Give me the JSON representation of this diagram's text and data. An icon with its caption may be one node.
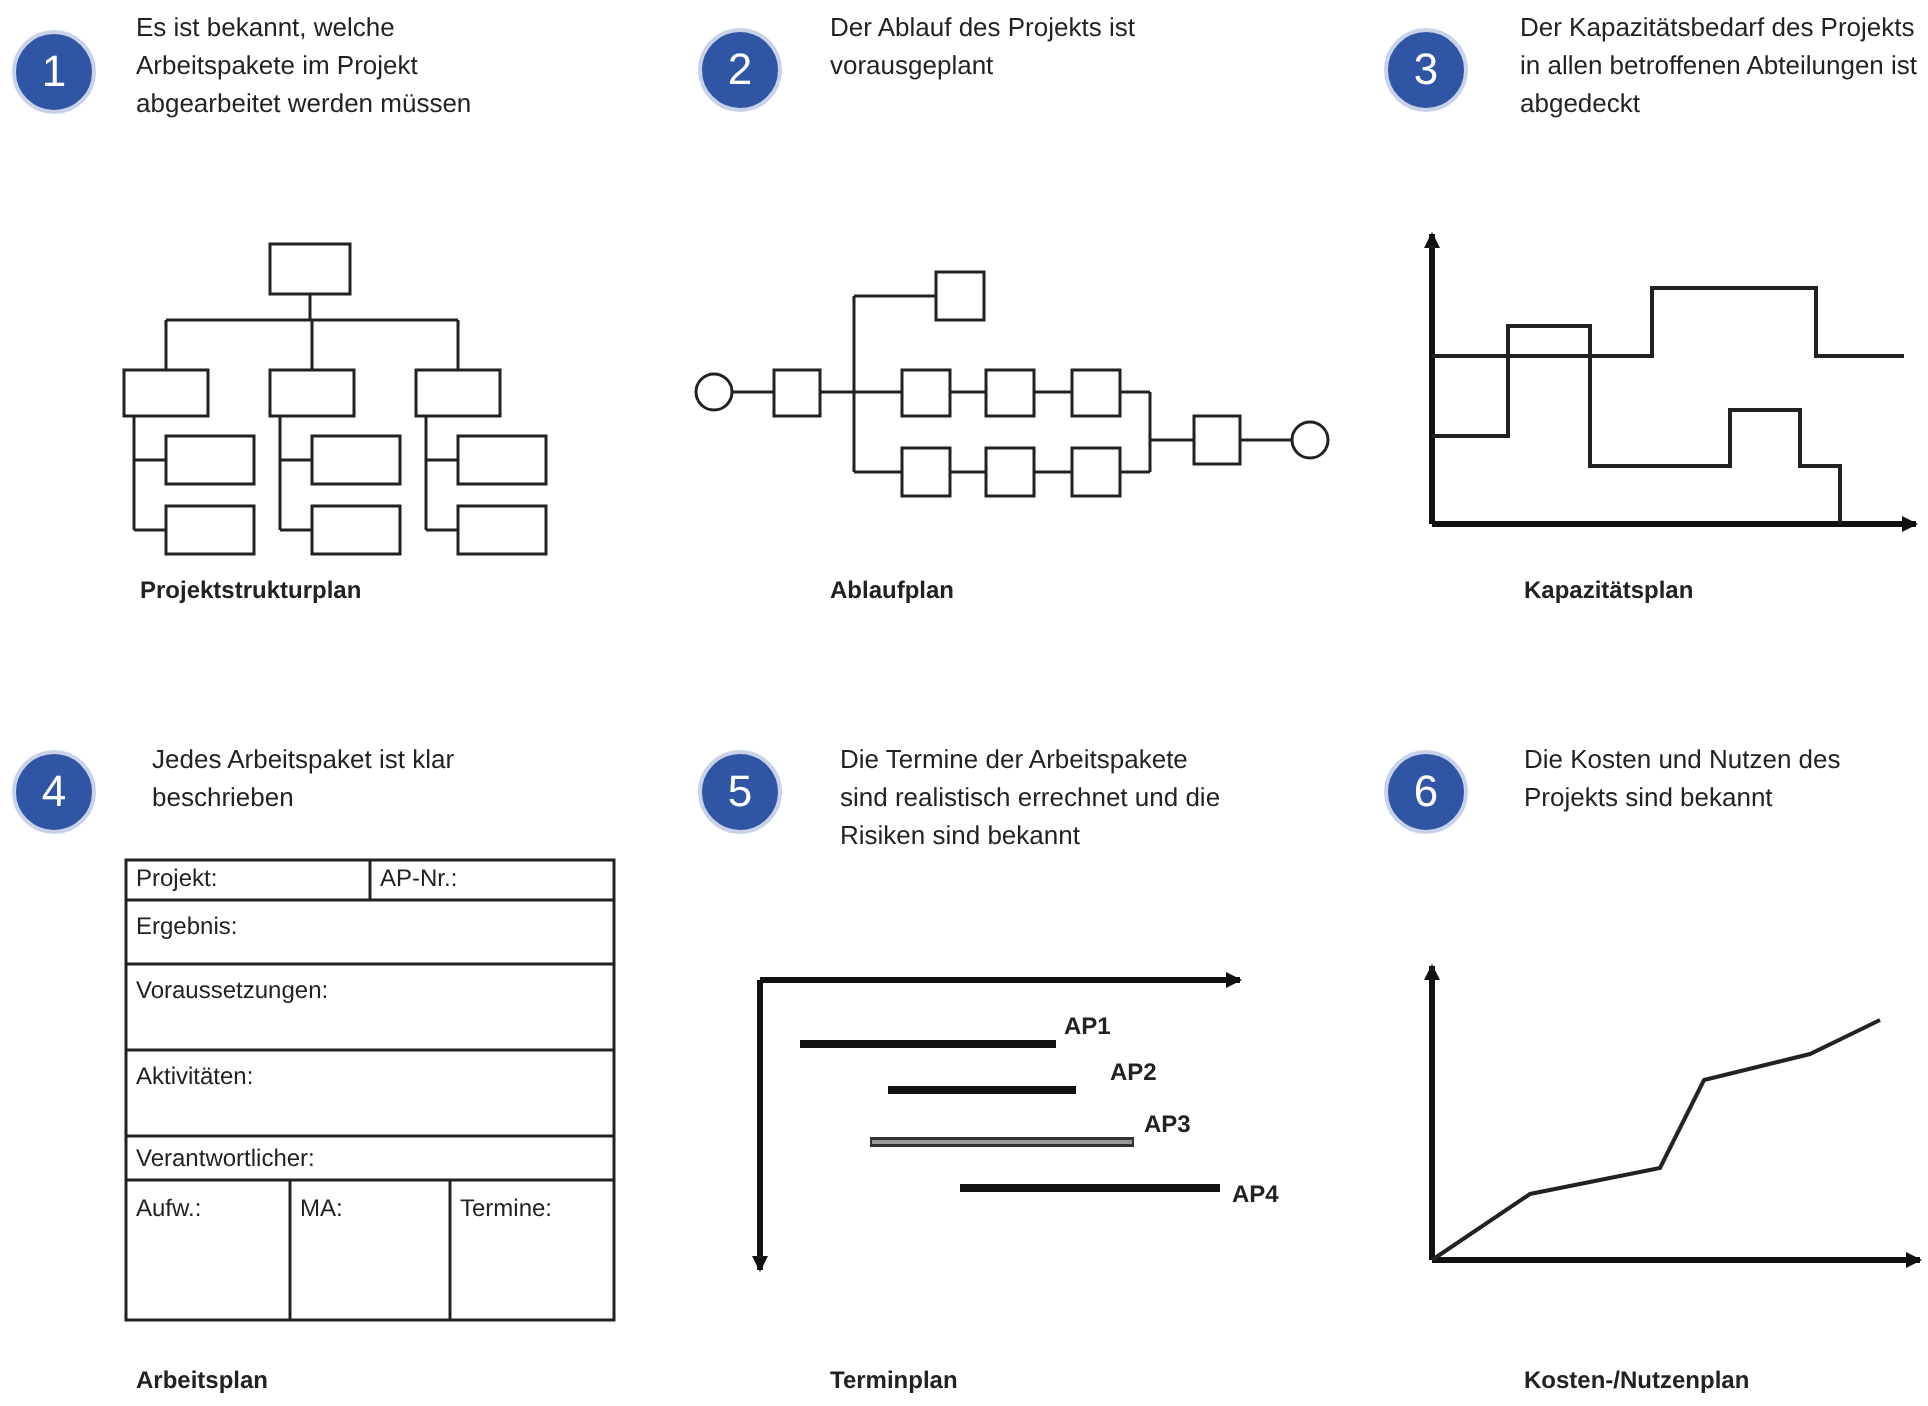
{
  "diagram": {
    "nodes": [
      {
        "text": [
          "1"
        ],
        "beside": [
          "Es ist bekannt, welche Arbeitspakete im Projekt abgearbeitet werden müssen"
        ]
      },
      {
        "text": [
          "2"
        ],
        "beside": [
          "Der Ablauf des Projekts ist vorausgeplant"
        ]
      },
      {
        "text": [
          "3"
        ],
        "beside": [
          "Der Kapazitätsbedarf des Projekts in allen betroffenen Abteilungen ist abgedeckt"
        ]
      },
      {
        "text": [
          "4"
        ],
        "beside": [
          "Jedes Arbeitspaket ist klar beschrieben"
        ]
      },
      {
        "text": [
          "5"
        ],
        "beside": [
          "Die Termine der Arbeitspakete sind realistisch errechnet und die Risiken sind bekannt"
        ]
      },
      {
        "text": [
          "6"
        ],
        "beside": [
          "Die Kosten und Nutzen des Projekts sind bekannt"
        ]
      }
    ],
    "labels": [
      "Projektstrukturplan",
      "Ablaufplan",
      "Kapazitätsplan",
      "Projekt:",
      "AP-Nr.:",
      "Ergebnis:",
      "Voraussetzungen:",
      "Aktivitäten:",
      "Verantwortlicher:",
      "Aufw.:",
      "MA:",
      "Termine:",
      "AP1",
      "AP2",
      "AP3",
      "AP4",
      "Arbeitsplan",
      "Terminplan",
      "Kosten-/Nutzenplan"
    ]
  }
}
